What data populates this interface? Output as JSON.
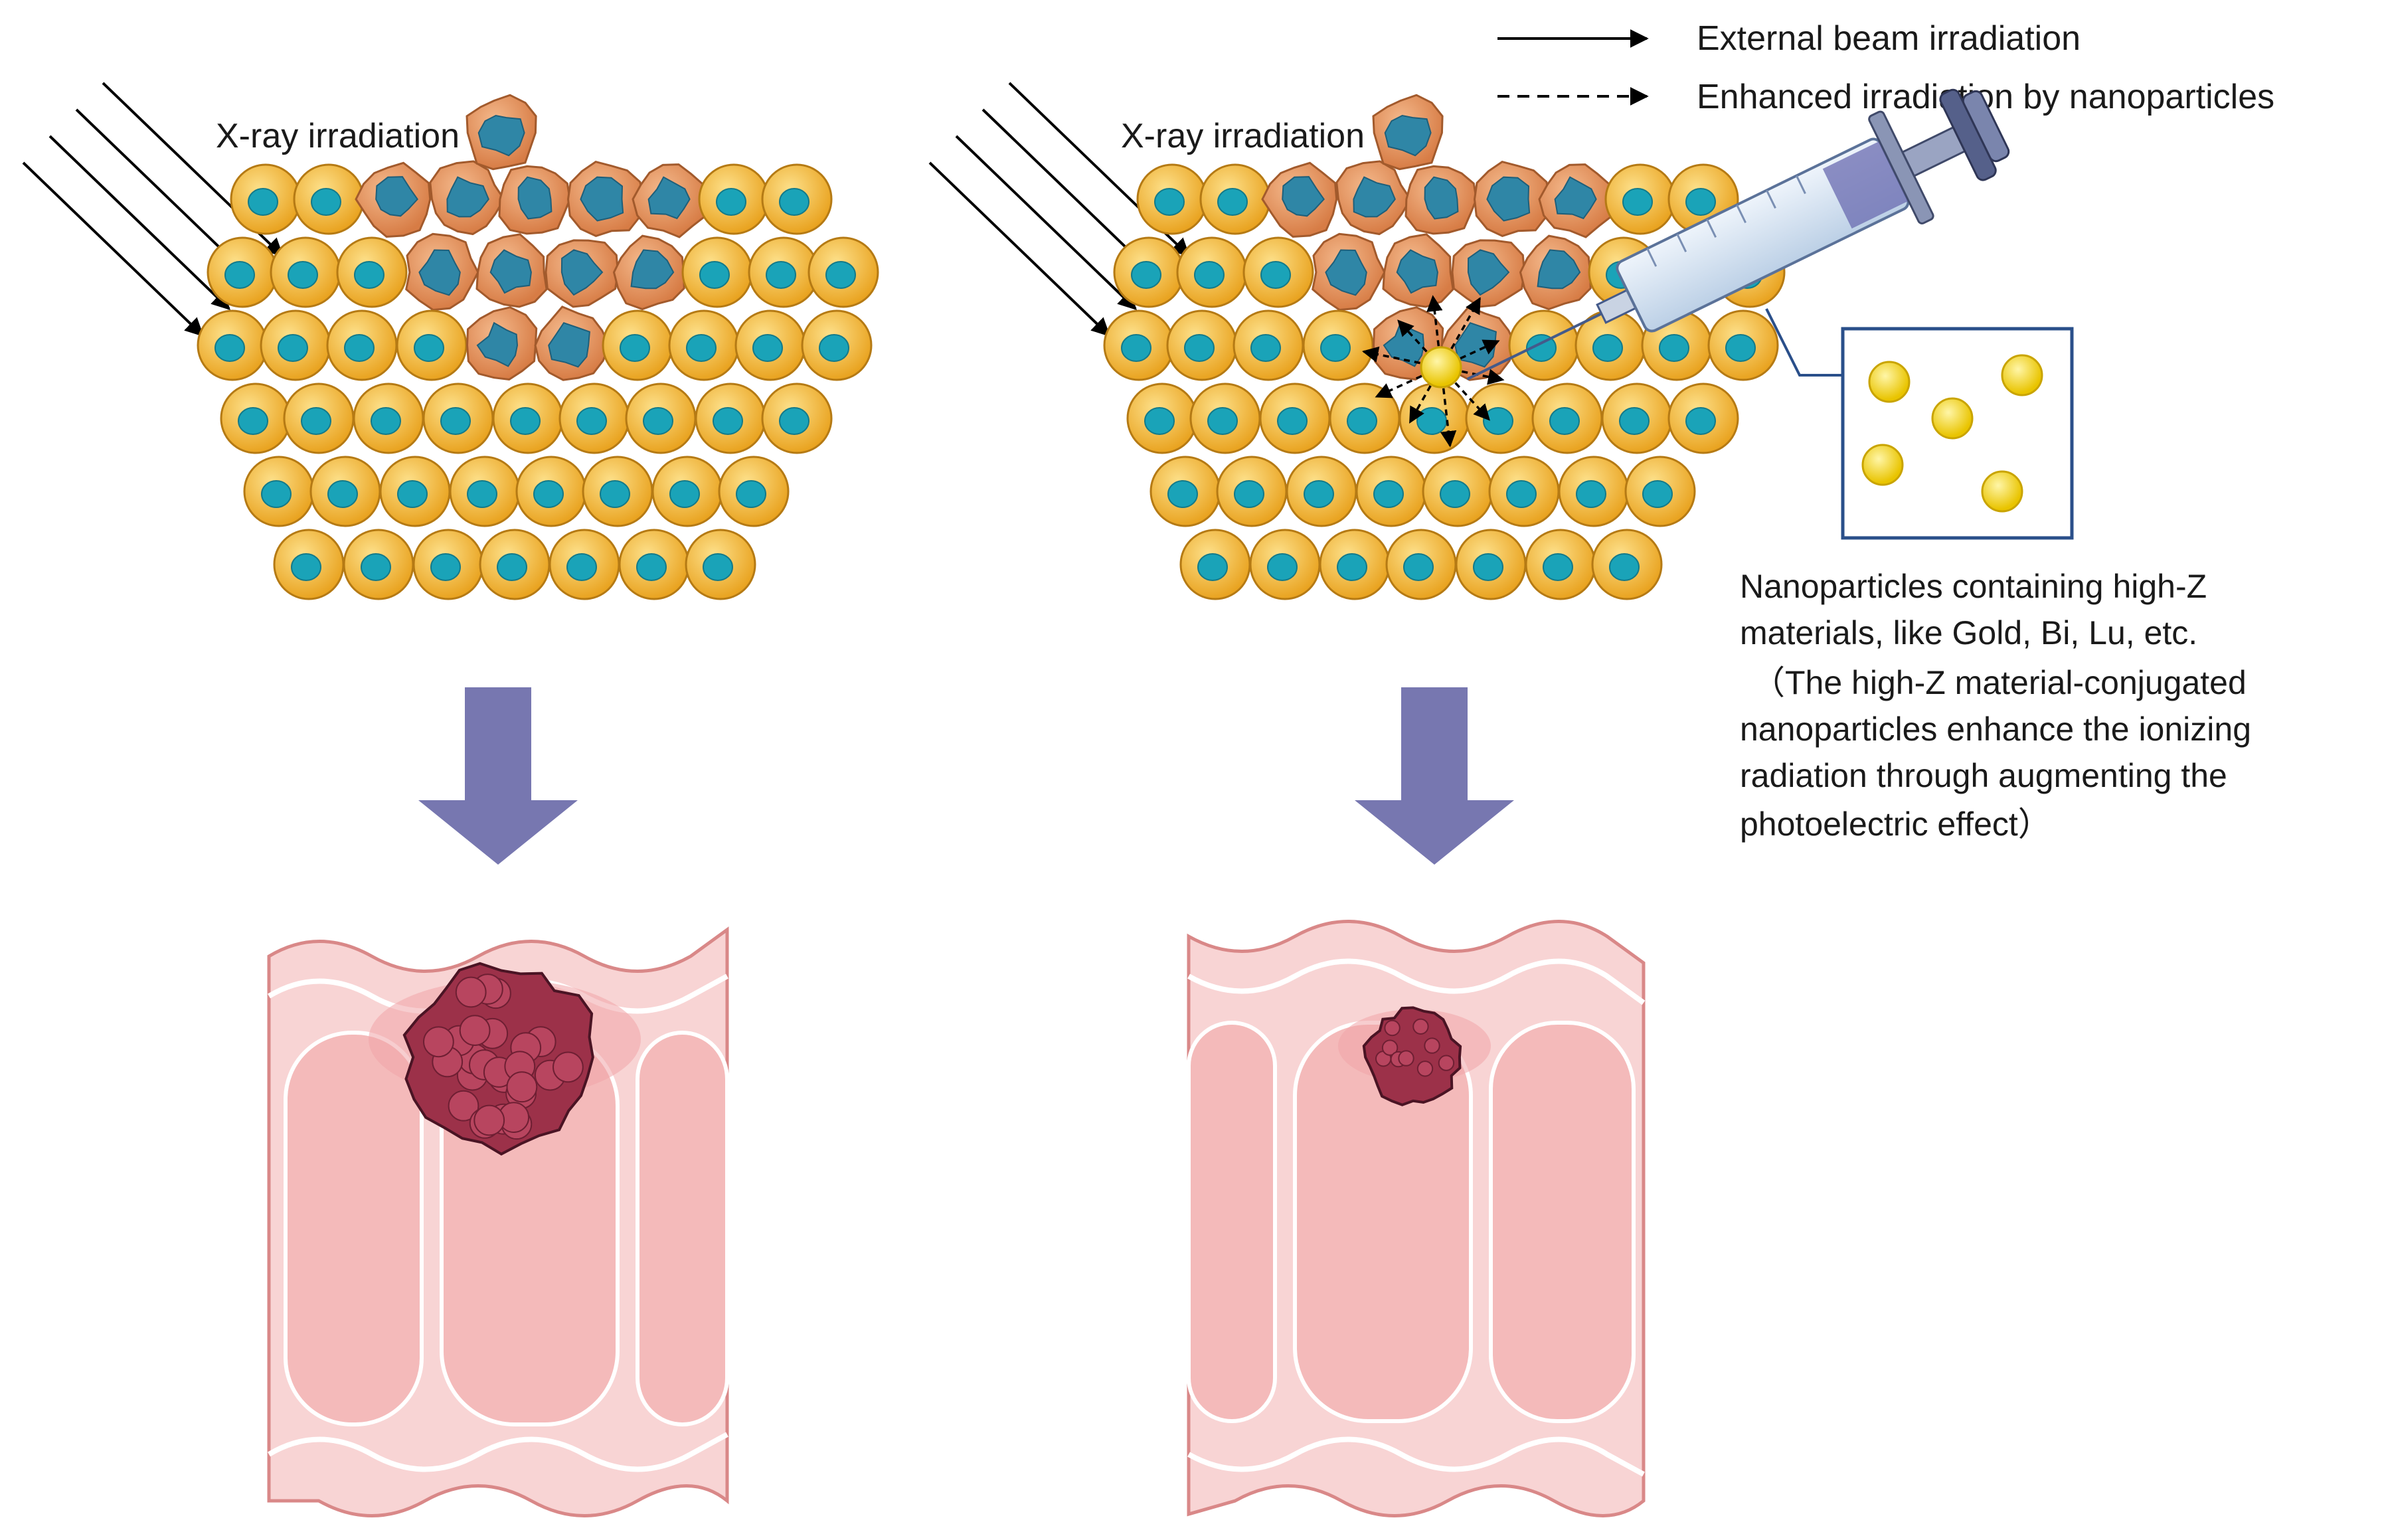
{
  "legend": {
    "solid_label": "External beam irradiation",
    "dashed_label": "Enhanced irradiation by nanoparticles"
  },
  "panels": [
    {
      "xray_label": "X-ray irradiation"
    },
    {
      "xray_label": "X-ray irradiation"
    }
  ],
  "annotation": {
    "lines": [
      "Nanoparticles containing high-Z",
      "materials, like Gold, Bi, Lu, etc.",
      "（The high-Z material-conjugated",
      "nanoparticles enhance the ionizing",
      "radiation through augmenting the",
      "photoelectric effect）"
    ]
  },
  "colors": {
    "normal_cell": "#f2b134",
    "normal_nucleus": "#1aa3b8",
    "tumor_cell": "#e08e56",
    "tumor_nucleus": "#2f86a6",
    "nanoparticle": "#f2d51f",
    "down_arrow": "#7777b0",
    "tissue": "#f7c9c9",
    "tumor_mass": "#9c3149"
  },
  "icons": {
    "syringe": "syringe-icon",
    "nanoparticle": "gold-nanoparticle-icon"
  }
}
